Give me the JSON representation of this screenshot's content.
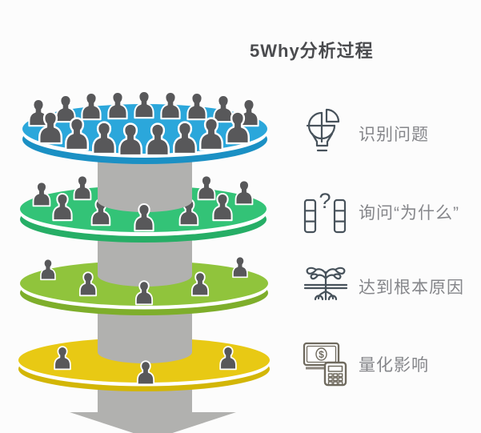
{
  "title": {
    "text": "5Why分析过程"
  },
  "steps": [
    {
      "label": "识别问题",
      "icon": "idea-bulb-segments-icon"
    },
    {
      "label": "询问“为什么”",
      "icon": "question-columns-icon"
    },
    {
      "label": "达到根本原因",
      "icon": "root-plant-icon"
    },
    {
      "label": "量化影响",
      "icon": "money-calculator-icon"
    }
  ],
  "icon_glyphs": {
    "question": "?",
    "dollar": "$"
  },
  "funnel": {
    "levels": [
      {
        "name": "level-1",
        "people_count": 17,
        "color": "#2BA7DB",
        "side_color": "#1B90C4"
      },
      {
        "name": "level-2",
        "people_count": 9,
        "color": "#33C377",
        "side_color": "#26AE66"
      },
      {
        "name": "level-3",
        "people_count": 5,
        "color": "#90C43C",
        "side_color": "#7EAE2B"
      },
      {
        "name": "level-4",
        "people_count": 3,
        "color": "#E8C914",
        "side_color": "#D3B606"
      }
    ],
    "arrow_color": "#B1B1AF",
    "person_color": "#58585A",
    "person_outline": "#FFFFFF",
    "disc_gloss": "#FFFFFF"
  },
  "colors": {
    "background": "#FCFCFC",
    "title": "#4A4B4E",
    "label": "#85868A",
    "icon_dark": "#47525B",
    "icon_warm": "#6F6A5E",
    "icon_shadow": "#8A857C"
  }
}
